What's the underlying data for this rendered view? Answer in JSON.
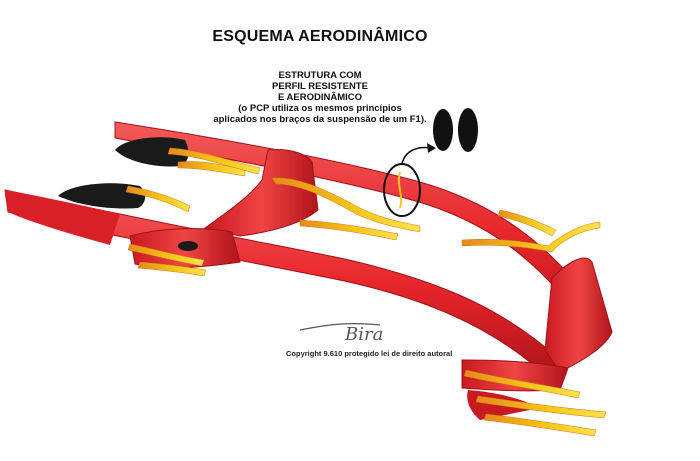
{
  "title": "ESQUEMA AERODINÂMICO",
  "caption": {
    "line1": "ESTRUTURA COM",
    "line2": "PERFIL RESISTENTE",
    "line3": "E AERODINÂMICO",
    "line4": "(o PCP utiliza os mesmos princípios",
    "line5": "aplicados nos braços da suspensão de um F1)."
  },
  "signature": "Bira",
  "copyright": "Copyright 9.610 protegido lei de direito autoral",
  "colors": {
    "frame_red": "#e8262b",
    "frame_dark": "#b0141a",
    "frame_light": "#f25a5a",
    "airflow_yellow": "#f5c518",
    "airflow_orange": "#e8891c",
    "seat_black": "#1a1a1a"
  }
}
